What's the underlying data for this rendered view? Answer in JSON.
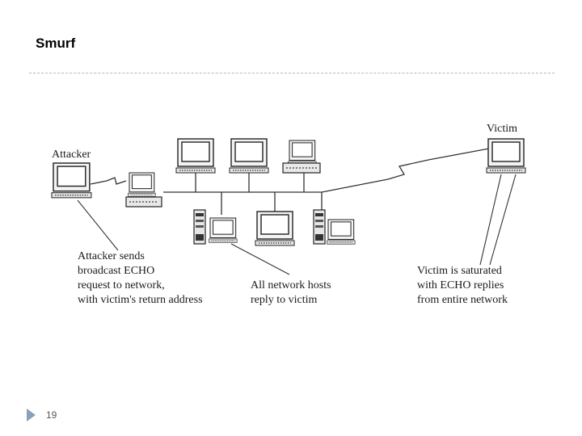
{
  "slide": {
    "title": "Smurf",
    "page_number": "19"
  },
  "diagram": {
    "labels": {
      "attacker": "Attacker",
      "victim": "Victim",
      "attacker_desc": [
        "Attacker sends",
        "broadcast ECHO",
        "request to network,",
        "with victim's return address"
      ],
      "hosts_desc": [
        "All network hosts",
        "reply to victim"
      ],
      "victim_desc": [
        "Victim is saturated",
        "with ECHO replies",
        "from entire network"
      ]
    }
  }
}
